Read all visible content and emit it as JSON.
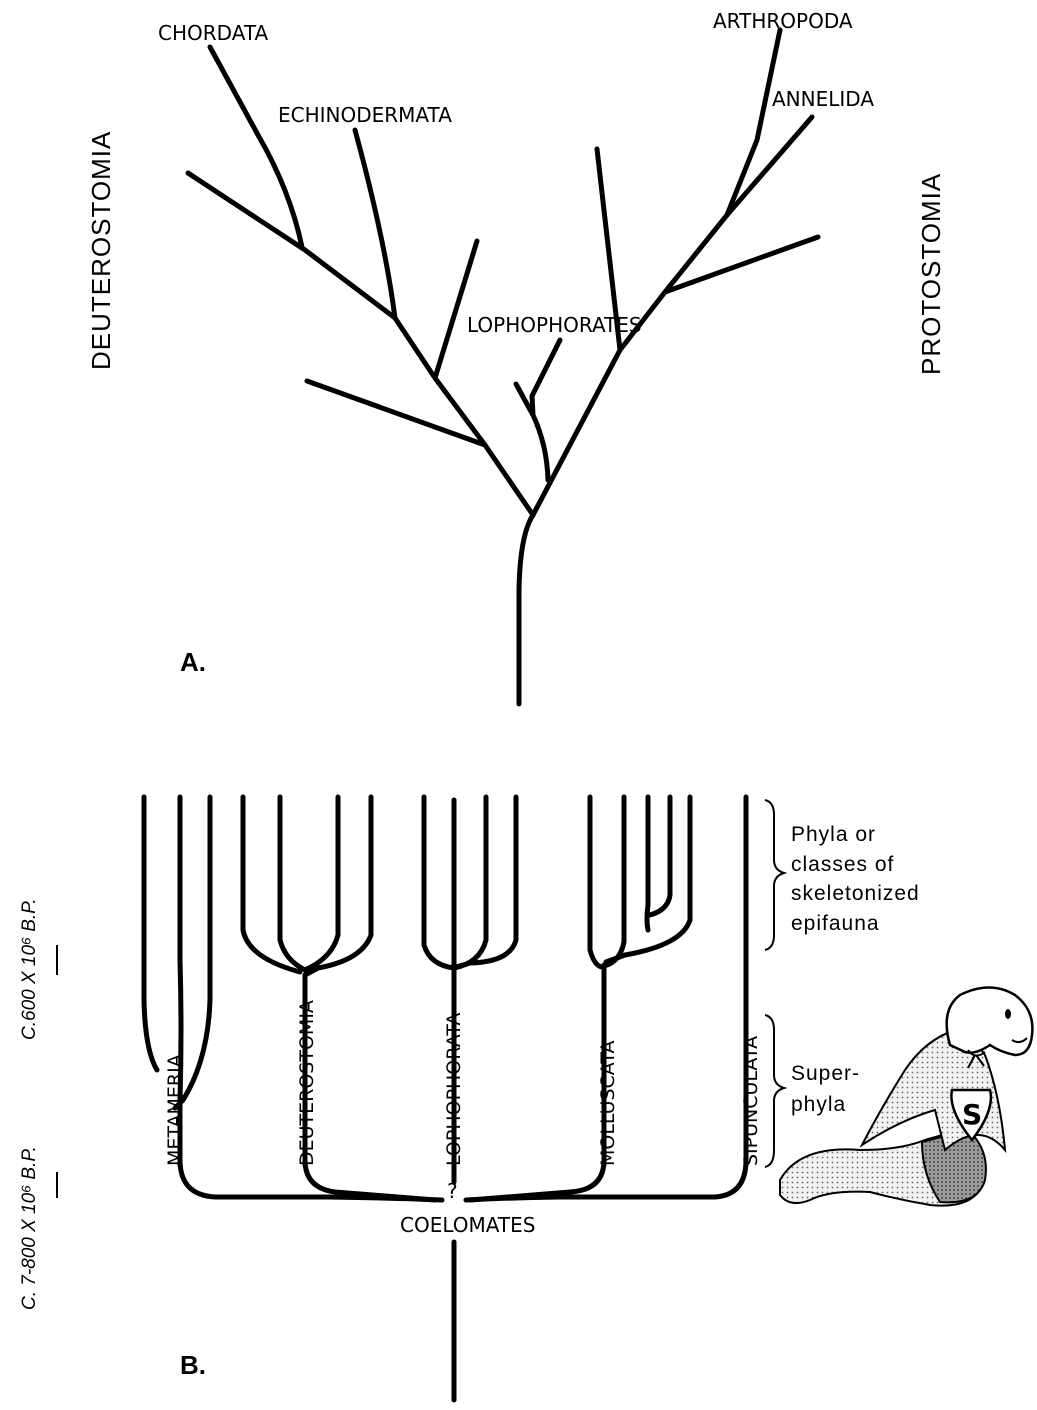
{
  "panel_a": {
    "label": "A.",
    "side_left": "DEUTEROSTOMIA",
    "side_right": "PROTOSTOMIA",
    "taxa": {
      "chordata": "CHORDATA",
      "echinodermata": "ECHINODERMATA",
      "lophophorates": "LOPHOPHORATES",
      "arthropoda": "ARTHROPODA",
      "annelida": "ANNELIDA"
    }
  },
  "panel_b": {
    "label": "B.",
    "superphyla": {
      "metameria": "METAMERIA",
      "deuterostomia": "DEUTEROSTOMIA",
      "lophophorata": "LOPHOPHORATA",
      "molluscata": "MOLLUSCATA",
      "sipunculata": "SIPUNCULATA"
    },
    "root_label": "COELOMATES",
    "uncertain_mark": "?",
    "bracket_top": [
      "Phyla or",
      "classes of",
      "skeletonized",
      "epifauna"
    ],
    "bracket_bottom": [
      "Super-",
      "phyla"
    ],
    "time_upper": "C.600 X 10⁶ B.P.",
    "time_lower": "C. 7-800 X 10⁶ B.P.",
    "mascot_emblem": "S"
  }
}
